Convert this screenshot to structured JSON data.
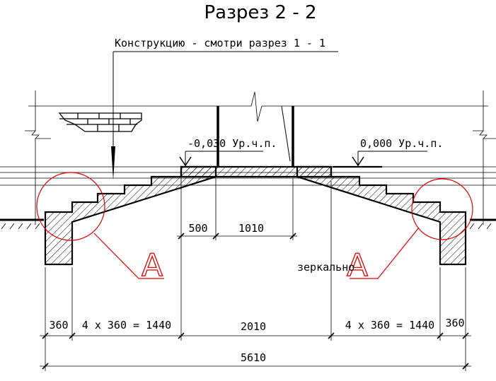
{
  "title": "Разрез 2 - 2",
  "note": "Конструкцию - смотри разрез 1 - 1",
  "levels": {
    "left": "-0,030 Ур.ч.п.",
    "right": "0,000 Ур.ч.п."
  },
  "mirror_note": "зеркально",
  "callouts": {
    "left": "А",
    "right": "А"
  },
  "dimensions": {
    "upper_a": "500",
    "upper_b": "1010",
    "left_wall": "360",
    "left_steps": "4 x 360 = 1440",
    "center": "2010",
    "right_steps": "4 x 360 = 1440",
    "right_wall": "360",
    "total": "5610"
  },
  "colors": {
    "line": "#000000",
    "callout": "#e00000"
  }
}
